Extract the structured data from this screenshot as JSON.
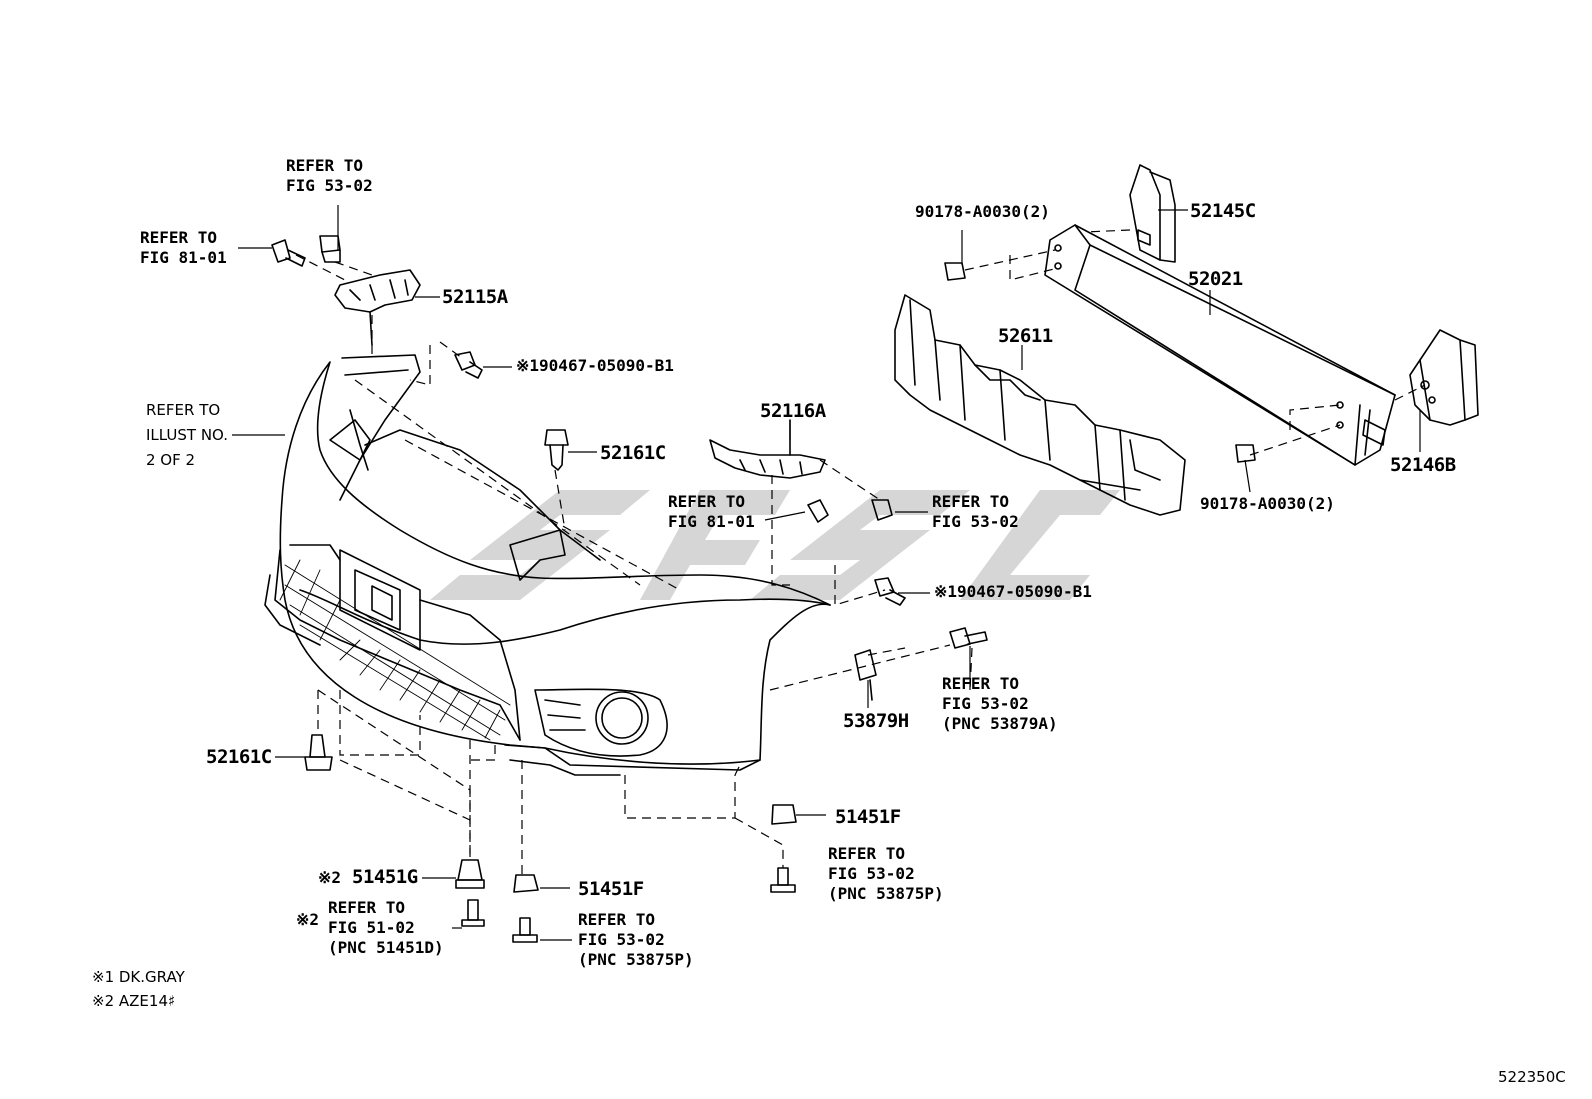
{
  "diagram_code": "522350C",
  "watermark": {
    "text": "ŞFŞL",
    "color": "#c8c8c8"
  },
  "parts": {
    "p52115A": "52115A",
    "p52116A": "52116A",
    "p52161C_top": "52161C",
    "p52161C_bottom": "52161C",
    "p52145C": "52145C",
    "p52021": "52021",
    "p52611": "52611",
    "p52146B": "52146B",
    "p53879H": "53879H",
    "p51451F_right": "51451F",
    "p51451F_mid": "51451F",
    "p51451G": "51451G",
    "clip_top": "※190467-05090-B1",
    "clip_mid": "※190467-05090-B1",
    "nut_top": "90178-A0030(2)",
    "nut_bottom": "90178-A0030(2)"
  },
  "refs": {
    "r_top_1": "REFER TO",
    "r_top_2": "FIG 53-02",
    "r_left_1": "REFER TO",
    "r_left_2": "FIG 81-01",
    "r_illust_1": "REFER TO",
    "r_illust_2": "ILLUST NO.",
    "r_illust_3": "2 OF 2",
    "r_mid81_1": "REFER TO",
    "r_mid81_2": "FIG 81-01",
    "r_mid53_1": "REFER TO",
    "r_mid53_2": "FIG 53-02",
    "r_53879_1": "REFER TO",
    "r_53879_2": "FIG 53-02",
    "r_53879_3": "(PNC 53879A)",
    "r_right_1": "REFER TO",
    "r_right_2": "FIG 53-02",
    "r_right_3": "(PNC 53875P)",
    "r_mid_bot_1": "REFER TO",
    "r_mid_bot_2": "FIG 53-02",
    "r_mid_bot_3": "(PNC 53875P)",
    "r_left_bot_1": "REFER TO",
    "r_left_bot_2": "FIG 51-02",
    "r_left_bot_3": "(PNC 51451D)",
    "mark2_a": "※2",
    "mark2_b": "※2"
  },
  "legend": {
    "note1": "※1 DK.GRAY",
    "note2": "※2 AZE14♯"
  }
}
